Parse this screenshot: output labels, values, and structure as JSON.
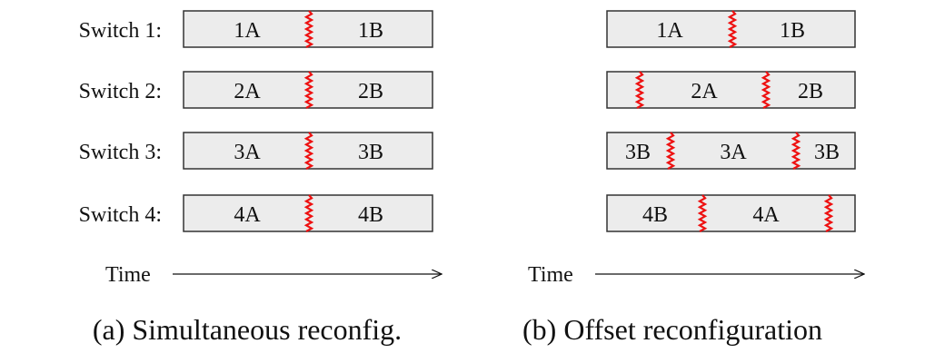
{
  "switch_labels": [
    "Switch 1:",
    "Switch 2:",
    "Switch 3:",
    "Switch 4:"
  ],
  "time_label": "Time",
  "colors": {
    "box_fill": "#ececec",
    "box_stroke": "#333333",
    "break_color": "#ee1111",
    "text": "#111111"
  },
  "panels": [
    {
      "caption": "(a)  Simultaneous reconfig.",
      "rows": [
        {
          "segments": [
            "1A",
            "1B"
          ]
        },
        {
          "segments": [
            "2A",
            "2B"
          ]
        },
        {
          "segments": [
            "3A",
            "3B"
          ]
        },
        {
          "segments": [
            "4A",
            "4B"
          ]
        }
      ]
    },
    {
      "caption": "(b)  Offset reconfiguration",
      "rows": [
        {
          "segments": [
            "1A",
            "1B"
          ]
        },
        {
          "segments": [
            "2A",
            "2B"
          ]
        },
        {
          "segments": [
            "3B",
            "3A",
            "3B"
          ]
        },
        {
          "segments": [
            "4B",
            "4A"
          ]
        }
      ]
    }
  ]
}
